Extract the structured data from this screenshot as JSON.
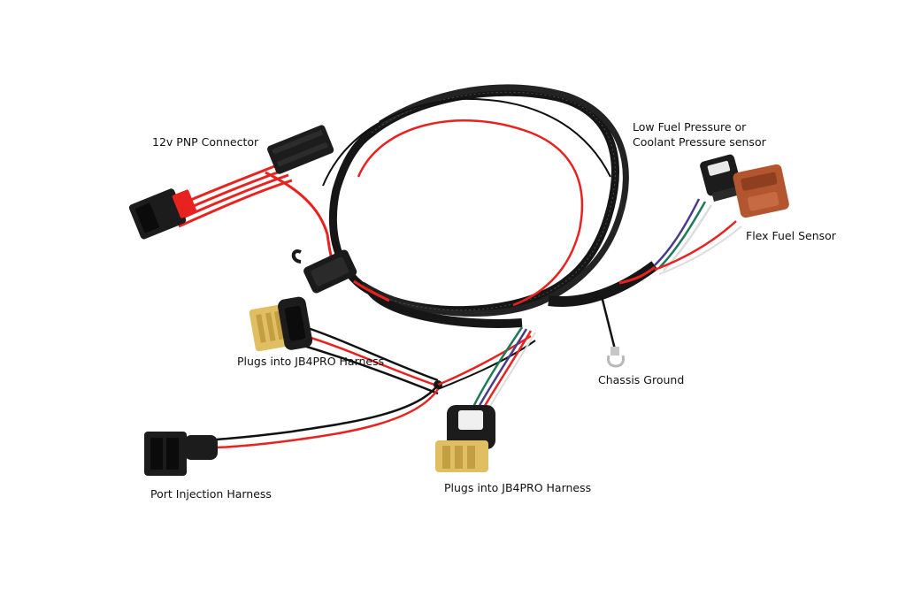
{
  "colors": {
    "background": "#ffffff",
    "braided_sleeve": "#141414",
    "wire_red": "#e8231f",
    "wire_black": "#111111",
    "wire_green": "#1f7a58",
    "wire_purple": "#4b3a8c",
    "wire_white": "#f4f4f4",
    "connector_black": "#1c1c1c",
    "connector_yellow": "#e0be62",
    "connector_brown": "#b3562f",
    "label_text": "#111111"
  },
  "labels": {
    "pnp_connector": "12v PNP Connector",
    "fuel_pressure_line1": "Low Fuel Pressure or",
    "fuel_pressure_line2": "Coolant Pressure sensor",
    "flex_fuel": "Flex Fuel Sensor",
    "jb4pro_upper": "Plugs into JB4PRO Harness",
    "chassis_ground": "Chassis Ground",
    "port_injection": "Port Injection Harness",
    "jb4pro_lower": "Plugs into JB4PRO Harness"
  },
  "components": [
    {
      "name": "12v PNP Connector",
      "icon": "connector-12v-pnp-icon"
    },
    {
      "name": "Low Fuel Pressure or Coolant Pressure sensor",
      "icon": "pressure-sensor-plug-icon"
    },
    {
      "name": "Flex Fuel Sensor",
      "icon": "flex-fuel-sensor-plug-icon"
    },
    {
      "name": "Plugs into JB4PRO Harness",
      "icon": "jb4pro-plug-icon"
    },
    {
      "name": "Chassis Ground",
      "icon": "ring-terminal-icon"
    },
    {
      "name": "Port Injection Harness",
      "icon": "port-injection-plug-icon"
    },
    {
      "name": "Plugs into JB4PRO Harness",
      "icon": "jb4pro-yellow-plug-icon"
    }
  ]
}
